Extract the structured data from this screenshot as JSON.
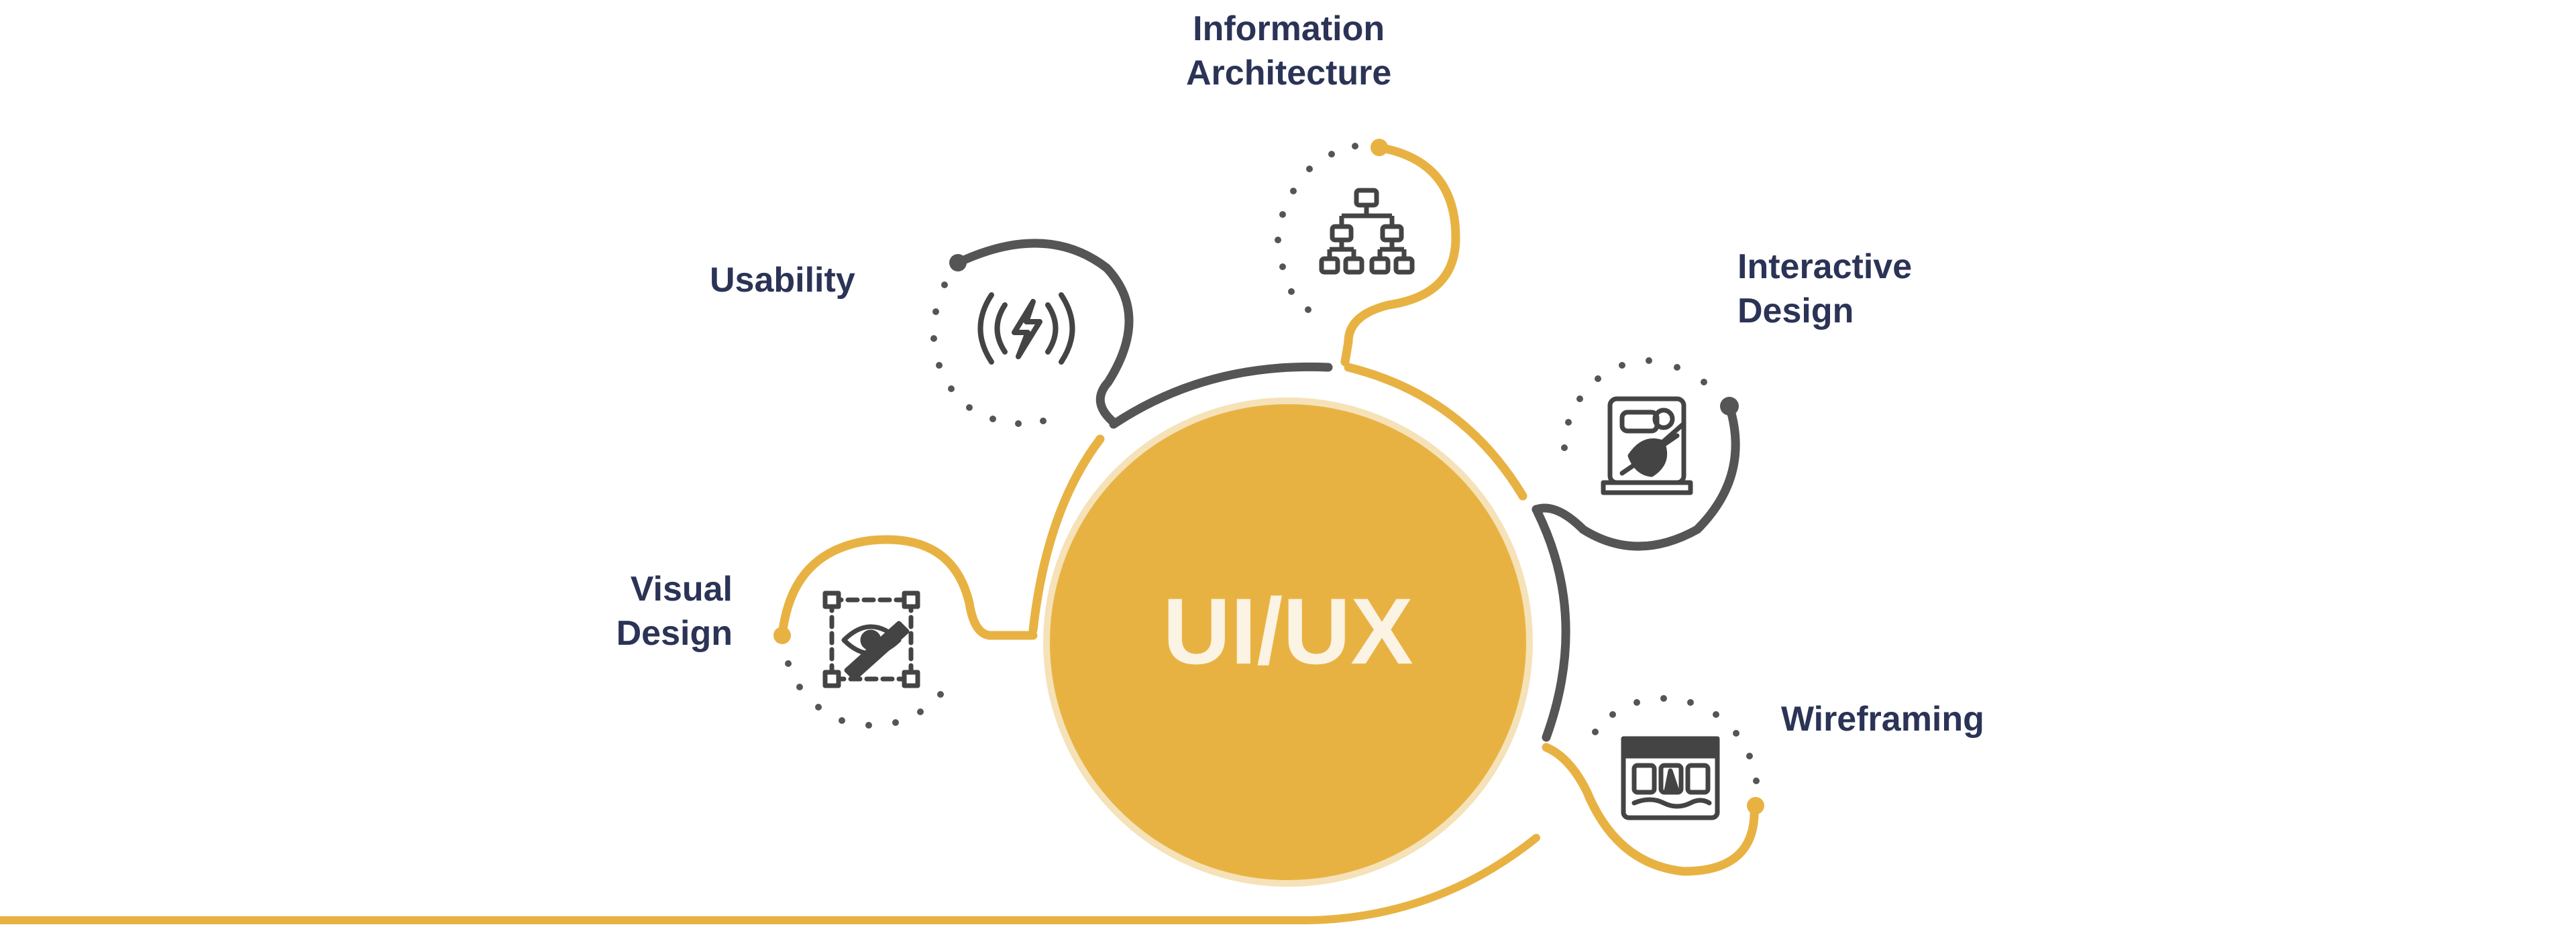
{
  "center": {
    "label": "UI/UX"
  },
  "nodes": {
    "information_architecture": {
      "line1": "Information",
      "line2": "Architecture",
      "icon": "hierarchy-icon"
    },
    "usability": {
      "line1": "Usability",
      "icon": "lightning-signal-icon"
    },
    "interactive_design": {
      "line1": "Interactive",
      "line2": "Design",
      "icon": "design-tablet-icon"
    },
    "visual_design": {
      "line1": "Visual",
      "line2": "Design",
      "icon": "eye-pen-icon"
    },
    "wireframing": {
      "line1": "Wireframing",
      "icon": "wireframe-browser-icon"
    }
  },
  "colors": {
    "accent": "#e8b243",
    "dark": "#555555",
    "text": "#2b3356",
    "center_text": "#fbf3e3"
  }
}
